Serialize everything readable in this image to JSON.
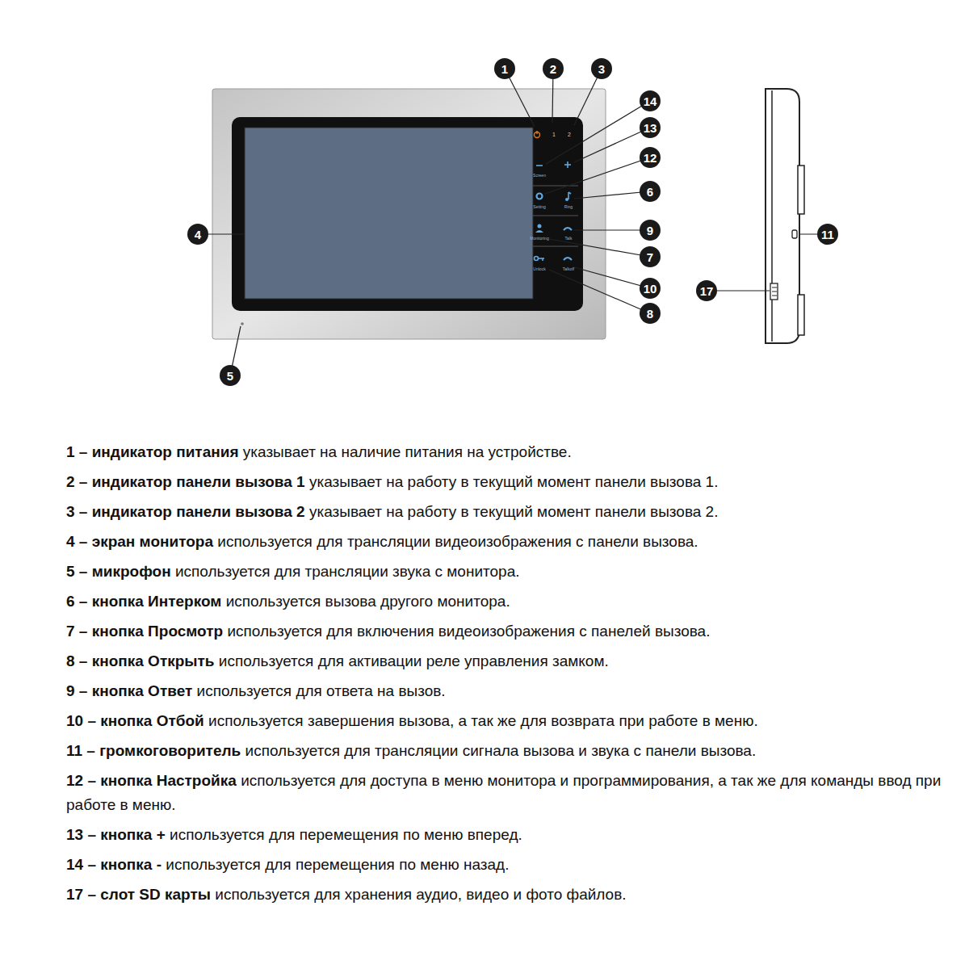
{
  "diagram": {
    "nodes": [
      {
        "text": [
          "1"
        ]
      },
      {
        "text": [
          "2"
        ]
      },
      {
        "text": [
          "3"
        ]
      },
      {
        "text": [
          "14"
        ]
      },
      {
        "text": [
          "13"
        ]
      },
      {
        "text": [
          "12"
        ]
      },
      {
        "text": [
          "6"
        ]
      },
      {
        "text": [
          "4"
        ]
      },
      {
        "text": [
          "11"
        ]
      },
      {
        "text": [
          "9"
        ]
      },
      {
        "text": [
          "7"
        ]
      },
      {
        "text": [
          "17"
        ]
      },
      {
        "text": [
          "10"
        ]
      },
      {
        "text": [
          "8"
        ]
      },
      {
        "text": [
          "5"
        ]
      }
    ],
    "labels": [
      "1",
      "2",
      "Screen",
      "Setting",
      "Ring",
      "Monitoring",
      "Talk",
      "Unlock",
      "Talkoff",
      "1 – индикатор питания",
      "указывает на наличие питания на устройстве.",
      "2 – индикатор панели вызова 1",
      "указывает на работу в текущий момент панели вызова 1.",
      "3 – индикатор панели вызова 2",
      "указывает на работу в текущий момент панели вызова 2.",
      "4 – экран монитора",
      "используется для трансляции видеоизображения с панели вызова.",
      "5 – микрофон",
      "используется для трансляции звука с монитора.",
      "6 – кнопка Интерком",
      "используется вызова другого монитора.",
      "7 – кнопка Просмотр",
      "используется для включения видеоизображения с панелей вызова.",
      "8 – кнопка Открыть",
      "используется для активации реле управления замком.",
      "9 – кнопка Ответ",
      "используется для ответа на вызов.",
      "10 – кнопка Отбой",
      "используется завершения вызова, а так же для возврата при работе в меню.",
      "11 – громкоговоритель",
      "используется для трансляции сигнала вызова и звука с панели вызова.",
      "12 – кнопка Настройка",
      "используется для доступа в меню монитора и программирования, а так же для команды ввод при работе в меню.",
      "13 – кнопка +",
      "используется для перемещения по меню вперед.",
      "14 – кнопка -",
      "используется для перемещения по меню назад.",
      "17 – слот SD карты",
      "используется для хранения аудио, видео и фото файлов."
    ]
  }
}
